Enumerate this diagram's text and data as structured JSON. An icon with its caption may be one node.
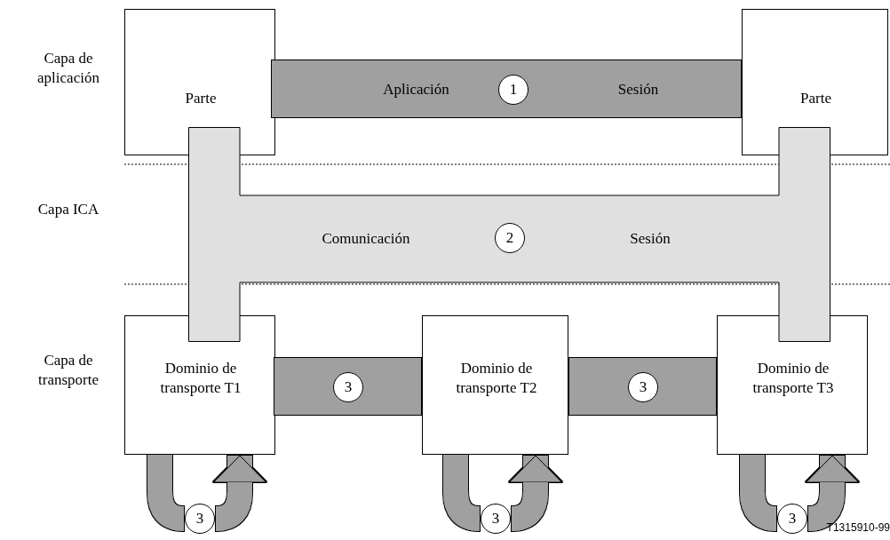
{
  "diagram": {
    "nodes": [
      {
        "text": [
          "Parte"
        ]
      },
      {
        "text": [
          "Aplicación",
          "Sesión"
        ]
      },
      {
        "text": [
          "1"
        ],
        "in": 1
      },
      {
        "text": [
          "Parte"
        ]
      },
      {
        "text": [
          "Comunicación",
          "Sesión"
        ]
      },
      {
        "text": [
          "2"
        ],
        "in": 4
      },
      {
        "text": [
          "Dominio de transporte T1"
        ]
      },
      {
        "text": [],
        "shape": "bar"
      },
      {
        "text": [
          "3"
        ],
        "in": 7
      },
      {
        "text": [
          "Dominio de transporte T2"
        ]
      },
      {
        "text": [],
        "shape": "bar"
      },
      {
        "text": [
          "3"
        ],
        "in": 10
      },
      {
        "text": [
          "Dominio de transporte T3"
        ]
      },
      {
        "text": [
          "3"
        ]
      },
      {
        "text": [
          "3"
        ]
      },
      {
        "text": [
          "3"
        ]
      }
    ],
    "edges": [
      {
        "from": 6,
        "to": 13,
        "arrow": "none"
      },
      {
        "from": 13,
        "to": 6,
        "arrow": "to"
      },
      {
        "from": 9,
        "to": 14,
        "arrow": "none"
      },
      {
        "from": 14,
        "to": 9,
        "arrow": "to"
      },
      {
        "from": 12,
        "to": 15,
        "arrow": "none"
      },
      {
        "from": 15,
        "to": 12,
        "arrow": "to"
      }
    ],
    "labels": [
      "Capa de aplicación",
      "Capa ICA",
      "Capa de transporte",
      "T1315910-99"
    ]
  }
}
